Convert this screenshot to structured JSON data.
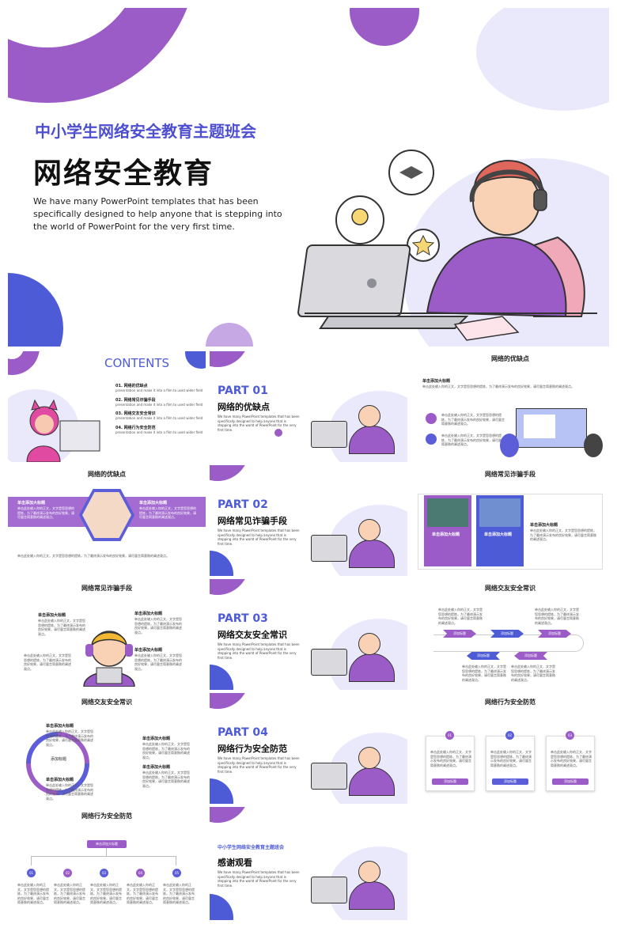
{
  "hero": {
    "subtitle": "中小学生网络安全教育主题班会",
    "title": "网络安全教育",
    "description": "We have many PowerPoint templates that has been specifically designed to help anyone that is stepping into the world of PowerPoint for the very first time."
  },
  "contents": {
    "heading": "CONTENTS",
    "items": [
      {
        "label": "01. 网络的优缺点",
        "sub": "presentation and make it into a film to used wider field"
      },
      {
        "label": "02. 网络常见诈骗手段",
        "sub": "presentation and make it into a film to used wider field"
      },
      {
        "label": "03. 网络交友安全常识",
        "sub": "presentation and make it into a film to used wider field"
      },
      {
        "label": "04. 网络行为安全防范",
        "sub": "presentation and make it into a film to used wider field"
      }
    ]
  },
  "parts": [
    {
      "label": "PART 01",
      "title": "网络的优缺点",
      "desc": "We have many PowerPoint templates that has been specifically designed to help anyone that is stepping into the world of PowerPoint for the very first time."
    },
    {
      "label": "PART 02",
      "title": "网络常见诈骗手段",
      "desc": "We have many PowerPoint templates that has been specifically designed to help anyone that is stepping into the world of PowerPoint for the very first time."
    },
    {
      "label": "PART 03",
      "title": "网络交友安全常识",
      "desc": "We have many PowerPoint templates that has been specifically designed to help anyone that is stepping into the world of PowerPoint for the very first time."
    },
    {
      "label": "PART 04",
      "title": "网络行为安全防范",
      "desc": "We have many PowerPoint templates that has been specifically designed to help anyone that is stepping into the world of PowerPoint for the very first time."
    }
  ],
  "ending": {
    "subtitle": "中小学生网络安全教育主题班会",
    "title": "感谢观看",
    "desc": "We have many PowerPoint templates that has been specifically designed to help anyone that is stepping into the world of PowerPoint for the very first time."
  },
  "slides": {
    "s1": "网络的优缺点",
    "s2": "网络的优缺点",
    "s3": "网络常见诈骗手段",
    "s4": "网络常见诈骗手段",
    "s5": "网络交友安全常识",
    "s6": "网络交友安全常识",
    "s7": "网络行为安全防范",
    "s8": "网络行为安全防范"
  },
  "common": {
    "add_title": "单击添加大标题",
    "body": "单击此处输入你的正文，文字是您思想的提炼，为了最终演示发布的良好效果，请尽量言简意赅的阐述观点。",
    "add_label": "添加标题",
    "center_add": "添加标题",
    "nums": [
      "01",
      "02",
      "03",
      "04",
      "05"
    ]
  },
  "colors": {
    "purple": "#9b5cc7",
    "blue": "#4e5bd6",
    "lavender": "#eae8fb"
  }
}
